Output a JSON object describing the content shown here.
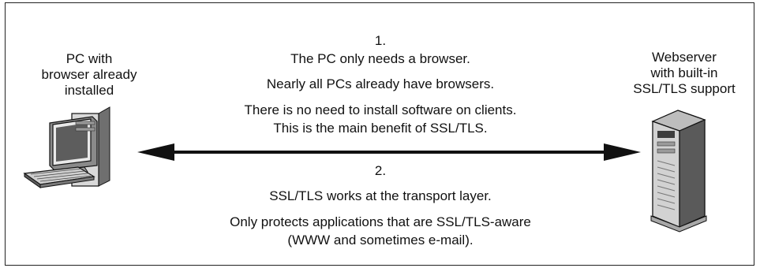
{
  "left_label": [
    "PC with",
    "browser already",
    "installed"
  ],
  "right_label": [
    "Webserver",
    "with built-in",
    "SSL/TLS support"
  ],
  "top_block": {
    "number": "1.",
    "lines": [
      "The PC only needs a browser.",
      "Nearly all PCs already have browsers.",
      "There is no need to install software on clients.",
      "This is the main benefit of SSL/TLS."
    ]
  },
  "bottom_block": {
    "number": "2.",
    "lines": [
      "SSL/TLS works at the transport layer.",
      "Only protects applications that are  SSL/TLS-aware",
      "(WWW and sometimes e-mail)."
    ]
  },
  "icons": [
    "desktop-pc-icon",
    "tower-server-icon",
    "double-arrow"
  ]
}
